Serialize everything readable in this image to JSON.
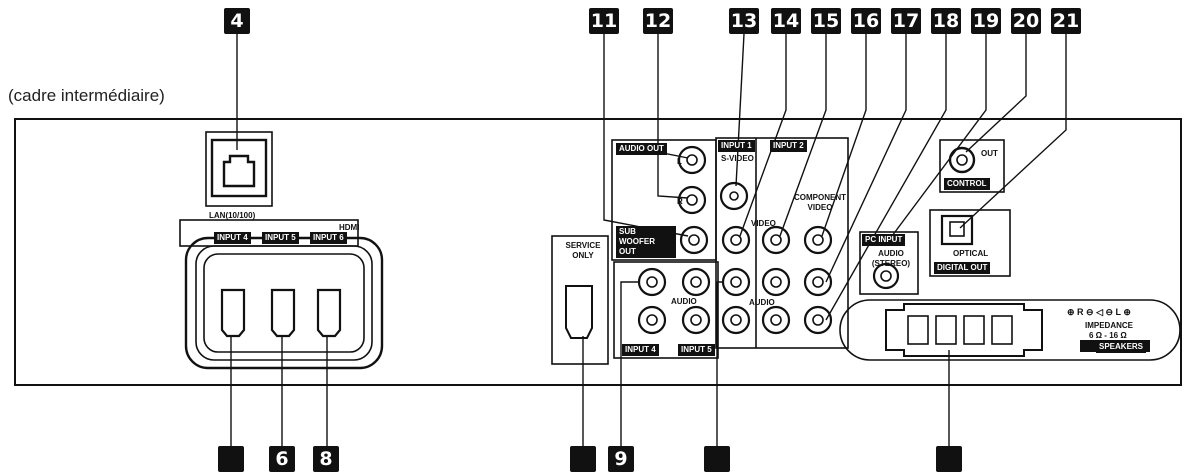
{
  "caption": "(cadre intermédiaire)",
  "callouts_top": [
    "4",
    "11",
    "12",
    "13",
    "14",
    "15",
    "16",
    "17",
    "18",
    "19",
    "20",
    "21"
  ],
  "callouts_bottom": [
    "",
    "6",
    "8",
    "",
    "9",
    "",
    ""
  ],
  "labels": {
    "lan": "LAN(10/100)",
    "hdmi": "HDMI",
    "input4": "INPUT 4",
    "input5": "INPUT 5",
    "input6": "INPUT 6",
    "audio_out": "AUDIO OUT",
    "l": "L",
    "r": "R",
    "sub_woofer": "SUB WOOFER OUT",
    "service_only": "SERVICE ONLY",
    "input1": "INPUT 1",
    "s_video": "S-VIDEO",
    "input2": "INPUT 2",
    "component_video": "COMPONENT VIDEO",
    "video": "VIDEO",
    "audio": "AUDIO",
    "pc_input": "PC INPUT",
    "audio_stereo": "AUDIO (STEREO)",
    "out": "OUT",
    "control": "CONTROL",
    "optical": "OPTICAL",
    "digital_out": "DIGITAL OUT",
    "impedance": "IMPEDANCE",
    "impedance_value": "6 Ω - 16 Ω",
    "speakers": "SPEAKERS",
    "speaker_polarity": "⊕ R ⊖ ◁ ⊖ L ⊕",
    "input4_audio": "INPUT 4",
    "input5_audio": "INPUT 5"
  }
}
